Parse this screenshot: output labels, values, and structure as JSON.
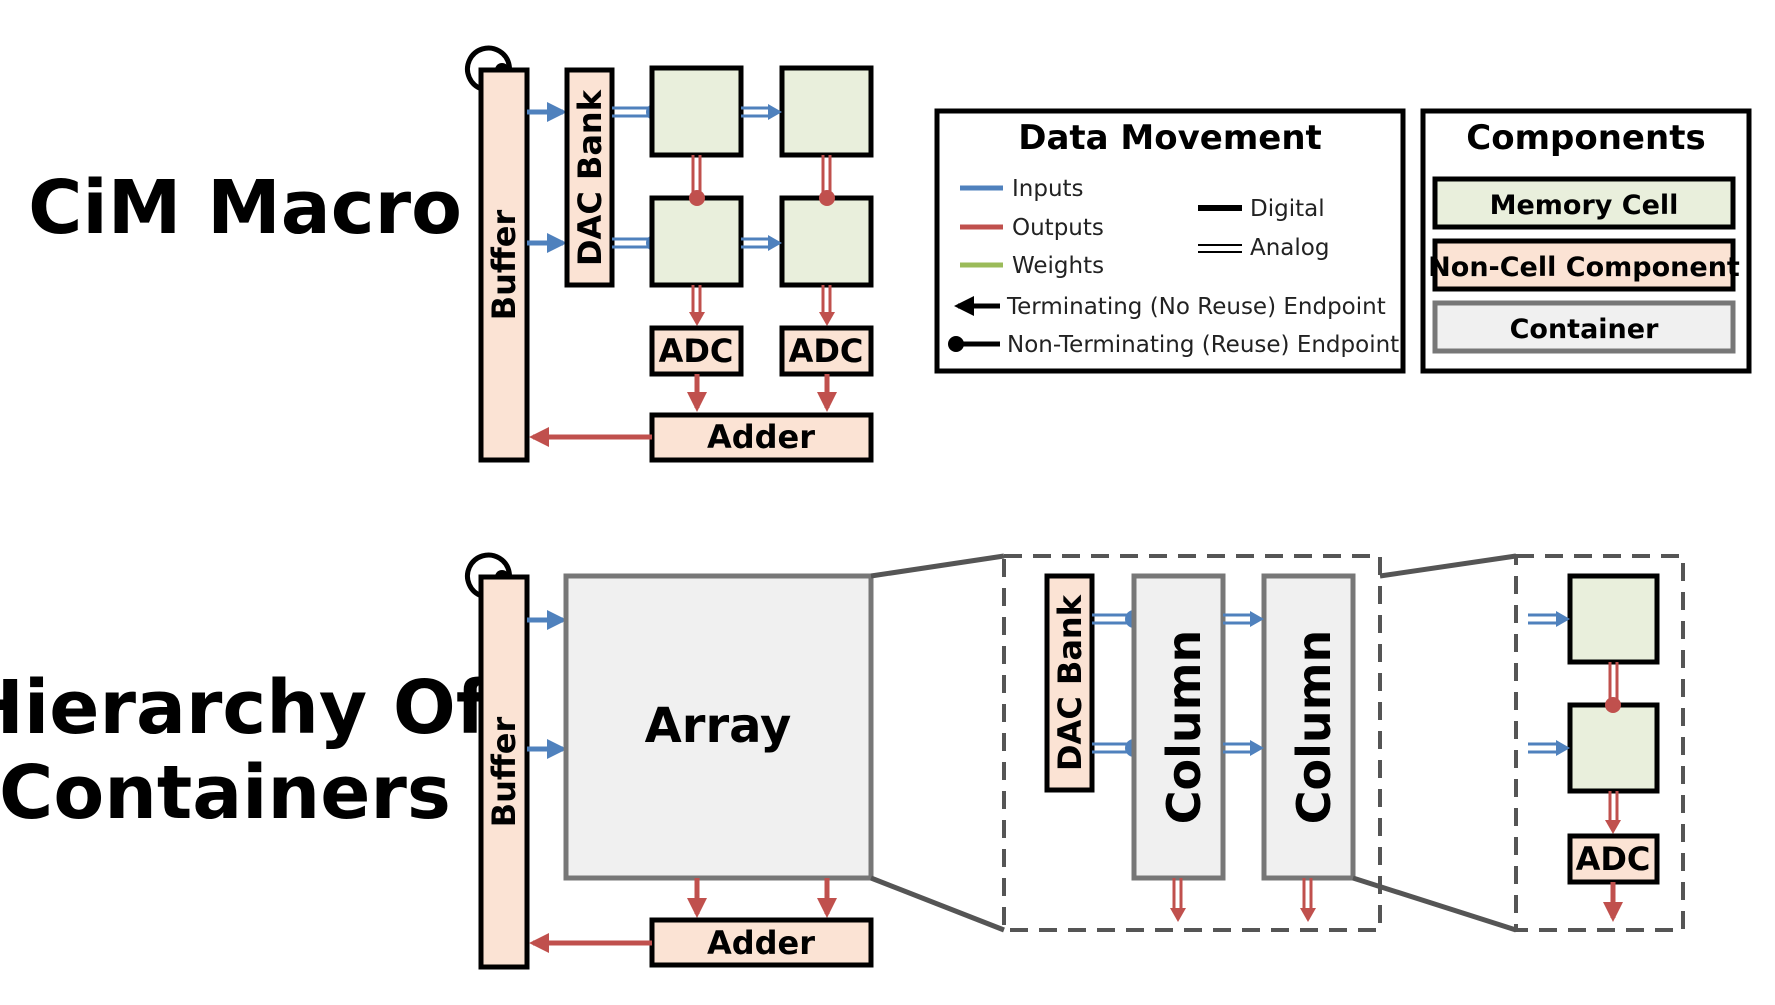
{
  "sections": {
    "top_title": "CiM Macro",
    "bottom_title_line1": "Hierarchy Of",
    "bottom_title_line2": "Containers"
  },
  "blocks": {
    "buffer": "Buffer",
    "dac_bank": "DAC Bank",
    "adc": "ADC",
    "adder": "Adder",
    "array": "Array",
    "column": "Column"
  },
  "legend_data_movement": {
    "title": "Data Movement",
    "inputs": "Inputs",
    "outputs": "Outputs",
    "weights": "Weights",
    "digital": "Digital",
    "analog": "Analog",
    "terminating": "Terminating (No Reuse) Endpoint",
    "non_terminating": "Non-Terminating (Reuse) Endpoint"
  },
  "legend_components": {
    "title": "Components",
    "memory_cell": "Memory Cell",
    "non_cell": "Non-Cell Component",
    "container": "Container"
  },
  "colors": {
    "inputs": "#4f81bd",
    "outputs": "#c0504d",
    "weights": "#9bbb59",
    "memory_cell_fill": "#e9efdc",
    "non_cell_fill": "#fbe3d4",
    "container_fill": "#f0f0f0",
    "container_stroke": "#777777"
  }
}
